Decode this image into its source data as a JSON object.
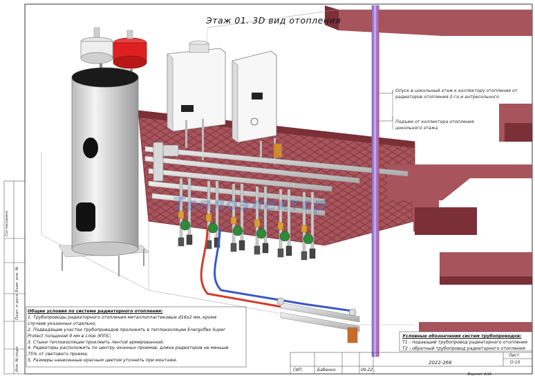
{
  "title": "Этаж 01. 3D вид отопления",
  "notes": {
    "descent": "Опуск в цокольный этаж к коллектору отопления от радиаторов отопления 2-го и антресольного",
    "rise": "Подъем от коллектора отопления цокольного этажа"
  },
  "watermark": "Теплоэлектер",
  "general_conditions": {
    "title": "Общие условия по системе радиаторного отопления:",
    "items": [
      "1. Трубопроводы радиаторного отопления металлопластиковые d16х2 мм, кроме случаев указанных отдельно;",
      "2. Подводящие участки трубопроводов проложить в теплоизоляции Energoflex Super Protect толщиной 9 мм в слое ЭППС;",
      "3. Стыки теплоизоляции проклеить лентой армированной;",
      "4. Радиаторы расположить по центру оконных проемов, длина радиаторов не меньше 75% от светового проема;",
      "5. Размеры нанесенные красным цветом уточнить при монтаже."
    ]
  },
  "legend": {
    "title": "Условные обозначения систем трубопроводов:",
    "items": [
      {
        "code": "Т1 -",
        "text": "подающий трубопровод радиаторного отопления",
        "color": "#d23a2a"
      },
      {
        "code": "Т2 -",
        "text": "обратный трубопровод радиаторного отопления",
        "color": "#3a56c8"
      }
    ]
  },
  "stamp": {
    "gip": "ГИП",
    "name": "Бабенко",
    "date": "09.22",
    "doc": "2022-266",
    "sheet_label": "Лист",
    "sheet_no": "О-10",
    "format": "Формат А3А"
  },
  "side_labels": [
    "Согласовано",
    "Взам. инв. №",
    "Подп. и дата",
    "Инв. № подл."
  ],
  "colors": {
    "brick": "#a8545c",
    "wall_top": "#7b2f37",
    "supply": "#d23a2a",
    "return": "#3a56c8",
    "riser": "#8a6ac8",
    "vessel": "#e02020"
  }
}
